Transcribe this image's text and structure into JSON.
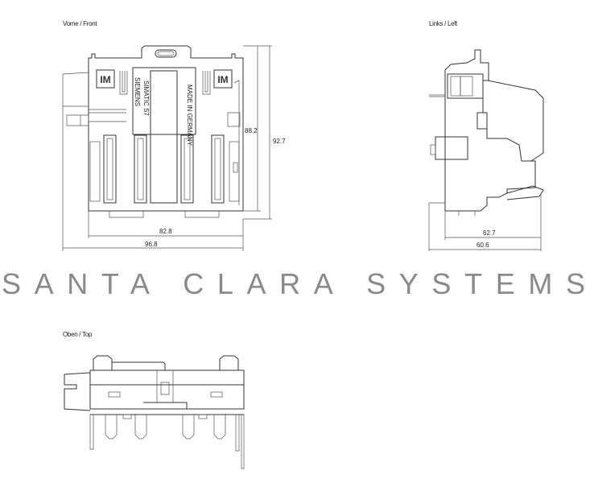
{
  "views": {
    "front": {
      "title": "Vorne / Front",
      "im_left": "IM",
      "im_right": "IM",
      "brand": "SIEMENS",
      "model": "SIMATIC S7",
      "origin": "MADE IN GERMANY",
      "dims": {
        "height_inner": "88.2",
        "height_outer": "92.7",
        "width_inner": "82.8",
        "width_outer": "96.8"
      }
    },
    "left": {
      "title": "Links / Left",
      "dims": {
        "depth_inner": "62.7",
        "depth_outer": "60.6"
      }
    },
    "top": {
      "title": "Oben / Top"
    }
  },
  "watermark": "SANTA CLARA SYSTEMS",
  "colors": {
    "line": "#333333",
    "watermark": "#8a8a8a"
  }
}
